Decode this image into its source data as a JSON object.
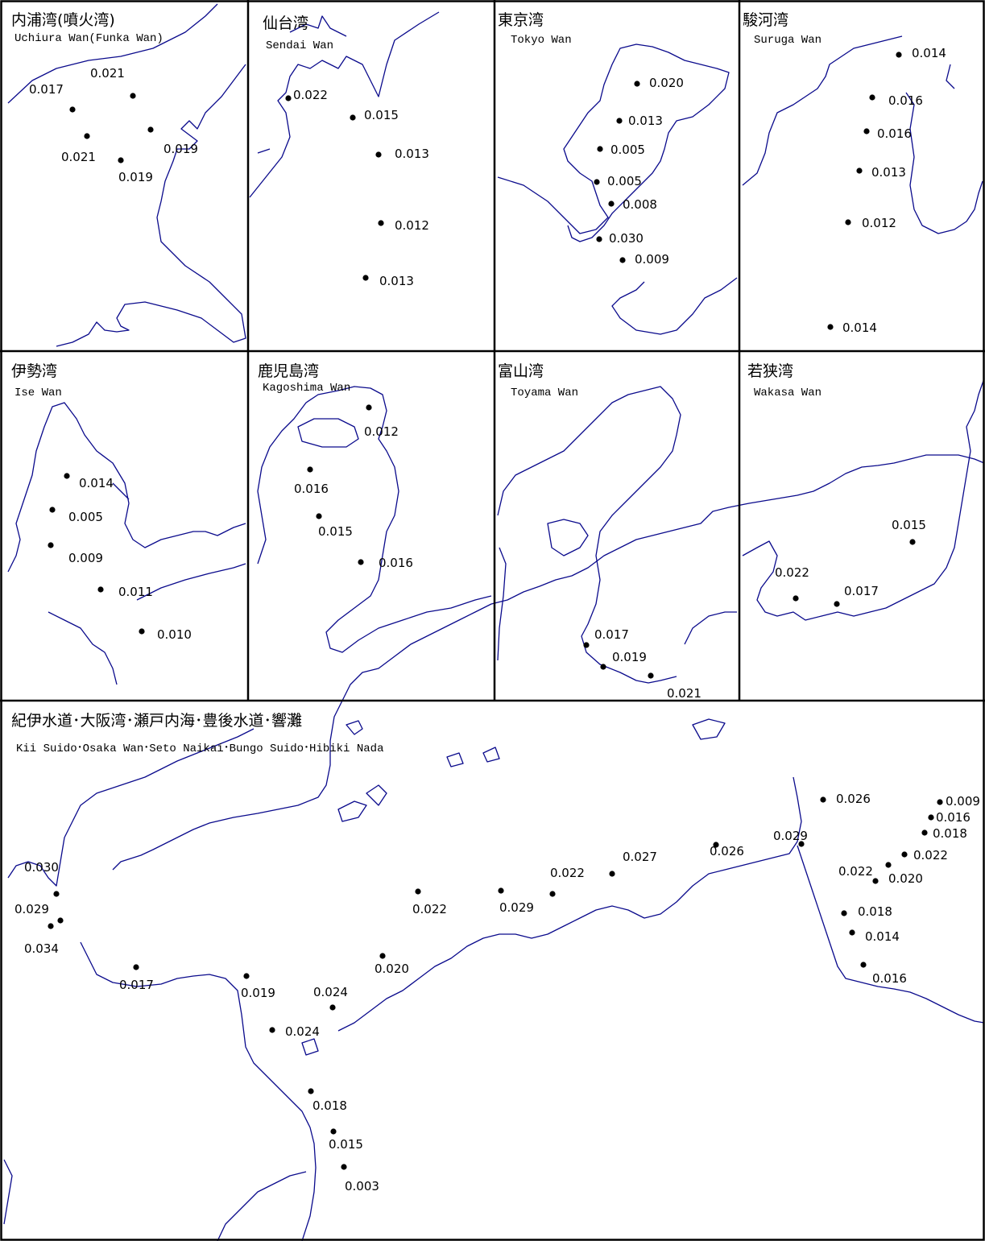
{
  "panels": [
    {
      "jp": "内浦湾(噴火湾)",
      "en": "Uchiura Wan(Funka Wan)",
      "points": [
        {
          "v": "0.021"
        },
        {
          "v": "0.017"
        },
        {
          "v": "0.019"
        },
        {
          "v": "0.021"
        },
        {
          "v": "0.019"
        }
      ]
    },
    {
      "jp": "仙台湾",
      "en": "Sendai Wan",
      "points": [
        {
          "v": "0.022"
        },
        {
          "v": "0.015"
        },
        {
          "v": "0.013"
        },
        {
          "v": "0.012"
        },
        {
          "v": "0.013"
        }
      ]
    },
    {
      "jp": "東京湾",
      "en": "Tokyo Wan",
      "points": [
        {
          "v": "0.020"
        },
        {
          "v": "0.013"
        },
        {
          "v": "0.005"
        },
        {
          "v": "0.005"
        },
        {
          "v": "0.008"
        },
        {
          "v": "0.030"
        },
        {
          "v": "0.009"
        }
      ]
    },
    {
      "jp": "駿河湾",
      "en": "Suruga Wan",
      "points": [
        {
          "v": "0.014"
        },
        {
          "v": "0.016"
        },
        {
          "v": "0.016"
        },
        {
          "v": "0.013"
        },
        {
          "v": "0.012"
        },
        {
          "v": "0.014"
        }
      ]
    },
    {
      "jp": "伊勢湾",
      "en": "Ise Wan",
      "points": [
        {
          "v": "0.014"
        },
        {
          "v": "0.005"
        },
        {
          "v": "0.009"
        },
        {
          "v": "0.011"
        },
        {
          "v": "0.010"
        }
      ]
    },
    {
      "jp": "鹿児島湾",
      "en": "Kagoshima Wan",
      "points": [
        {
          "v": "0.012"
        },
        {
          "v": "0.016"
        },
        {
          "v": "0.015"
        },
        {
          "v": "0.016"
        }
      ]
    },
    {
      "jp": "富山湾",
      "en": "Toyama Wan",
      "points": [
        {
          "v": "0.017"
        },
        {
          "v": "0.019"
        },
        {
          "v": "0.021"
        }
      ]
    },
    {
      "jp": "若狭湾",
      "en": "Wakasa Wan",
      "points": [
        {
          "v": "0.015"
        },
        {
          "v": "0.022"
        },
        {
          "v": "0.017"
        }
      ]
    },
    {
      "jp": "紀伊水道･大阪湾･瀬戸内海･豊後水道･響灘",
      "en": "Kii Suido･Osaka Wan･Seto Naikai･Bungo Suido･Hibiki Nada",
      "points": [
        {
          "v": "0.026"
        },
        {
          "v": "0.009"
        },
        {
          "v": "0.016"
        },
        {
          "v": "0.029"
        },
        {
          "v": "0.018"
        },
        {
          "v": "0.026"
        },
        {
          "v": "0.022"
        },
        {
          "v": "0.022"
        },
        {
          "v": "0.027"
        },
        {
          "v": "0.020"
        },
        {
          "v": "0.022"
        },
        {
          "v": "0.022"
        },
        {
          "v": "0.029"
        },
        {
          "v": "0.030"
        },
        {
          "v": "0.018"
        },
        {
          "v": "0.029"
        },
        {
          "v": "0.014"
        },
        {
          "v": "0.034"
        },
        {
          "v": "0.020"
        },
        {
          "v": "0.017"
        },
        {
          "v": "0.019"
        },
        {
          "v": "0.024"
        },
        {
          "v": "0.016"
        },
        {
          "v": "0.024"
        },
        {
          "v": "0.018"
        },
        {
          "v": "0.015"
        },
        {
          "v": "0.003"
        }
      ]
    }
  ],
  "colors": {
    "coastline": "#0a0a8c",
    "dot": "#000000",
    "grid": "#000000"
  }
}
